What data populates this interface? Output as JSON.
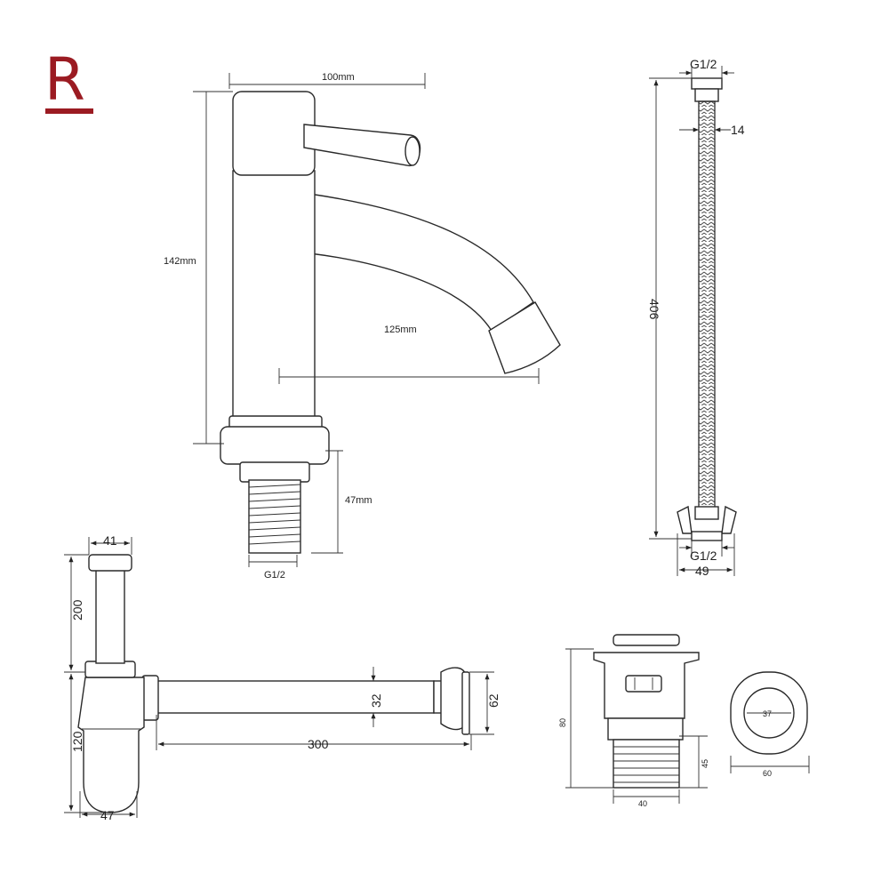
{
  "brand": {
    "logo_letter": "R",
    "color": "#9b1b22"
  },
  "faucet": {
    "width": "100mm",
    "height": "142mm",
    "spout_reach": "125mm",
    "thread_length": "47mm",
    "thread": "G1/2"
  },
  "hose": {
    "top_thread": "G1/2",
    "bottom_thread": "G1/2",
    "diameter": "14",
    "length": "406",
    "nut_width": "49"
  },
  "trap": {
    "top_diameter": "41",
    "tube_height": "200",
    "body_height": "120",
    "body_width": "47",
    "pipe_diameter": "32",
    "pipe_length": "300",
    "flange": "62"
  },
  "drain": {
    "height": "80",
    "thread_height": "45",
    "thread_width": "40",
    "cap_inner": "37",
    "cap_outer": "60"
  }
}
